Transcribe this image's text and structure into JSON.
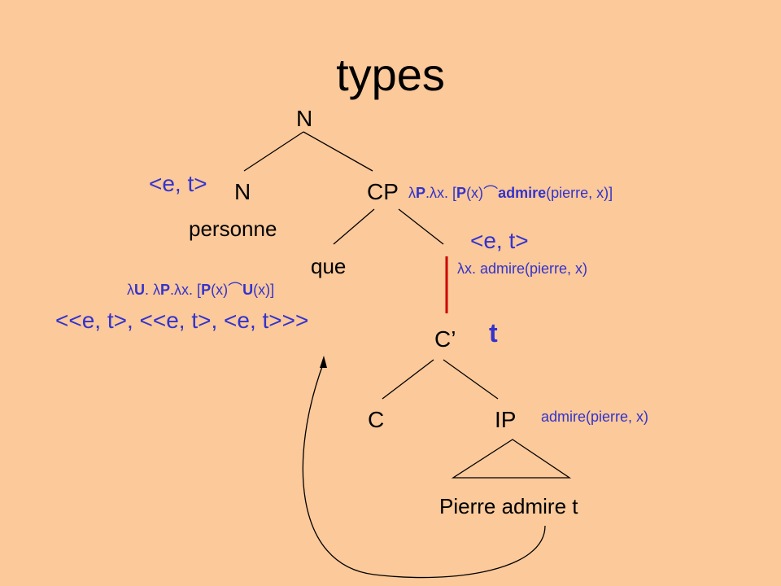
{
  "title": "types",
  "nodes": {
    "n_top": "N",
    "n_left": "N",
    "cp": "CP",
    "personne": "personne",
    "que": "que",
    "c_bar": "C’",
    "c": "C",
    "ip": "IP",
    "pierre_admire_t": "Pierre admire t"
  },
  "types": {
    "n_type": "<e, t>",
    "cbar_type": "<e, t>",
    "que_type": "<<e, t>, <<e, t>, <e, t>>>",
    "t_type": "t"
  },
  "semantics": {
    "cp": {
      "lambda1": "λ",
      "P": "P",
      "dot1": ".",
      "lambda2": "λ",
      "x_open": "x. [",
      "P2": "P",
      "x_paren": "(x)",
      "conj": "⌒",
      "admire": "admire",
      "rest": "(pierre, x)]"
    },
    "cbar": "λx. admire(pierre, x)",
    "que": {
      "lambda1": "λ",
      "U": "U",
      "dot1": ". ",
      "lambda2": "λ",
      "P": "P",
      "dot2": ".",
      "lambda3": "λ",
      "x_open": "x. [",
      "P2": "P",
      "x_paren1": "(x)",
      "conj": "⌒",
      "U2": "U",
      "x_paren2": "(x)]"
    },
    "ip": "admire(pierre, x)"
  },
  "colors": {
    "background": "#FBC99A",
    "type_blue": "#3333CC",
    "semantics_red": "#CC0000",
    "line": "#000000"
  }
}
